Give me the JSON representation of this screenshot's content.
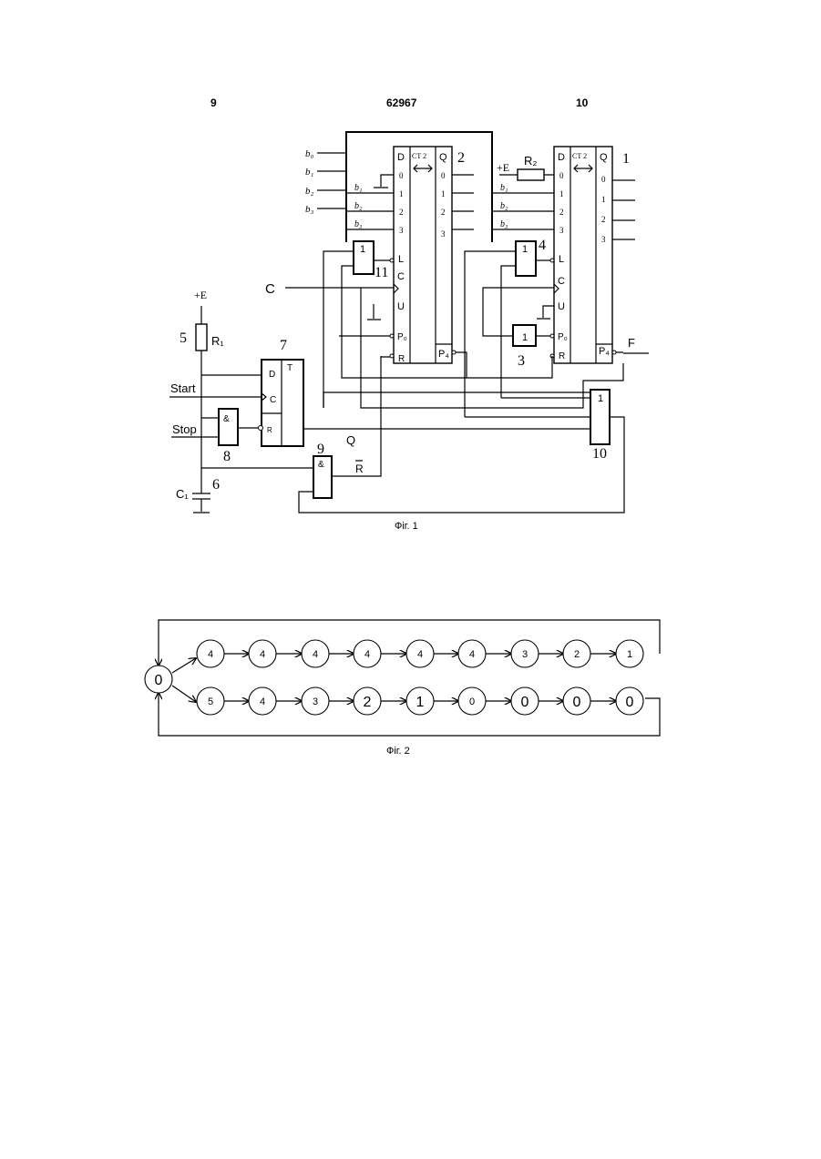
{
  "header": {
    "left": "9",
    "center": "62967",
    "right": "10"
  },
  "fig1": {
    "caption": "Фіг. 1",
    "inputs": {
      "b0": "b₀",
      "b1": "b₁",
      "b2": "b₂",
      "b3": "b₃"
    },
    "counter2": {
      "number": "2",
      "name": "CT 2",
      "pins": [
        "D",
        "0",
        "1",
        "2",
        "3",
        "L",
        "C",
        "U",
        "P₀",
        "R"
      ],
      "outputs": [
        "Q",
        "0",
        "1",
        "2",
        "3"
      ],
      "carry": "P₄"
    },
    "counter1": {
      "number": "1",
      "name": "CT 2",
      "pins": [
        "D",
        "0",
        "1",
        "2",
        "3",
        "L",
        "C",
        "U",
        "P₀",
        "R"
      ],
      "outputs": [
        "Q",
        "0",
        "1",
        "2",
        "3"
      ],
      "carry": "P₄"
    },
    "gate11": {
      "number": "11",
      "symbol": "1"
    },
    "gate4": {
      "number": "4",
      "symbol": "1"
    },
    "gate3": {
      "number": "3",
      "symbol": "1"
    },
    "gate10": {
      "number": "10",
      "symbol": "1"
    },
    "gate8": {
      "number": "8",
      "symbol": "&"
    },
    "gate9": {
      "number": "9",
      "symbol": "&"
    },
    "trigger7": {
      "number": "7",
      "type": "T",
      "pins": [
        "D",
        "C",
        "R"
      ]
    },
    "resistor1": {
      "number": "5",
      "label": "R₁"
    },
    "resistor2": {
      "label": "R₂"
    },
    "capacitor": {
      "number": "6",
      "label": "C₁"
    },
    "supply": "+E",
    "signals": {
      "clock": "C",
      "start": "Start",
      "stop": "Stop",
      "q": "Q",
      "rbar": "R",
      "f": "F"
    }
  },
  "fig2": {
    "caption": "Фіг. 2",
    "start_state": "0",
    "row1": [
      "4",
      "4",
      "4",
      "4",
      "4",
      "4",
      "3",
      "2",
      "1"
    ],
    "row2": [
      "5",
      "4",
      "3",
      "2",
      "1",
      "0",
      "0",
      "0",
      "0"
    ]
  }
}
